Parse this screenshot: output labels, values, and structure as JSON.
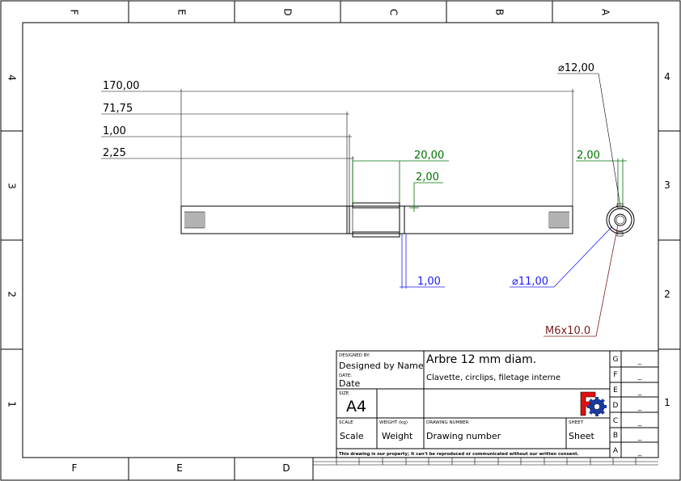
{
  "frame": {
    "columns_top": [
      "F",
      "E",
      "D",
      "C",
      "B",
      "A"
    ],
    "columns_bottom": [
      "F",
      "E",
      "D"
    ],
    "rows_left": [
      "4",
      "3",
      "2",
      "1"
    ],
    "rows_right": [
      "4",
      "3",
      "2",
      "1"
    ]
  },
  "dimensions": {
    "black": [
      "170,00",
      "71,75",
      "1,00",
      "2,25"
    ],
    "green": [
      "20,00",
      "2,00",
      "2,00"
    ],
    "blue": [
      "1,00",
      "⌀11,00"
    ],
    "side_diameter": "⌀12,00",
    "thread": "M6x10.0"
  },
  "title_block": {
    "designed_by_label": "DESIGNED BY:",
    "designed_by": "Designed by Name",
    "date_label": "DATE:",
    "date": "Date",
    "title": "Arbre 12 mm diam.",
    "subtitle": "Clavette, circlips, filetage interne",
    "size_label": "SIZE",
    "size": "A4",
    "scale_label": "SCALE",
    "scale": "Scale",
    "weight_label": "WEIGHT (kg)",
    "weight": "Weight",
    "drawing_number_label": "DRAWING NUMBER",
    "drawing_number": "Drawing number",
    "sheet_label": "SHEET",
    "sheet": "Sheet",
    "disclaimer": "This drawing is our property; it can't be reproduced or communicated without our written consent.",
    "revisions": [
      {
        "letter": "G",
        "value": "_"
      },
      {
        "letter": "F",
        "value": "_"
      },
      {
        "letter": "E",
        "value": "_"
      },
      {
        "letter": "D",
        "value": "_"
      },
      {
        "letter": "C",
        "value": "_"
      },
      {
        "letter": "B",
        "value": "_"
      },
      {
        "letter": "A",
        "value": "_"
      }
    ]
  },
  "colors": {
    "green": "#007000",
    "blue": "#1a1aff",
    "thread_red": "#7a1e1e",
    "logo_red": "#e01010",
    "logo_blue": "#1a3aa0"
  },
  "icons": {
    "logo": "freecad-logo-icon"
  }
}
